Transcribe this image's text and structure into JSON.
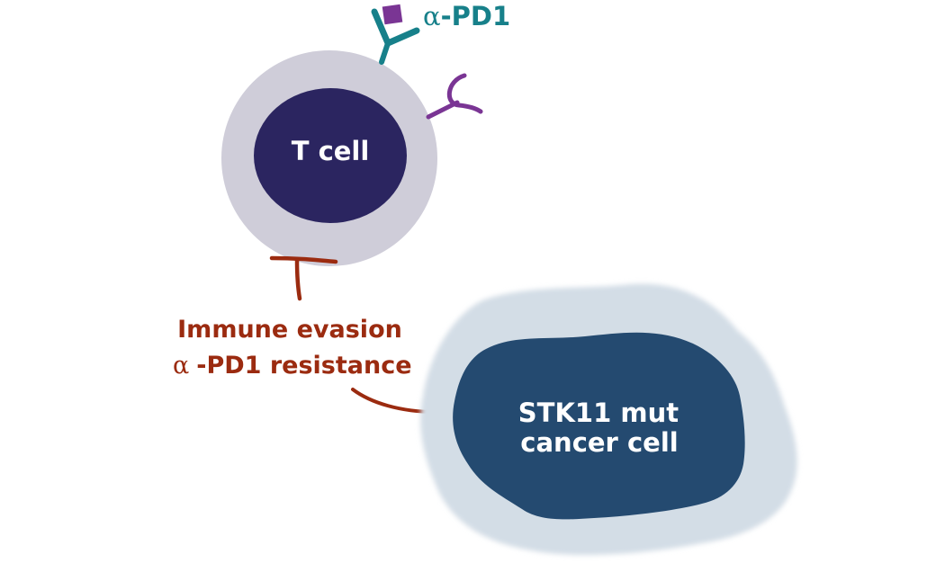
{
  "colors": {
    "background": "#ffffff",
    "t_cell_outer": "#cfcdd9",
    "t_cell_nucleus": "#2b2560",
    "antibody": "#17808a",
    "antigen": "#7a3594",
    "receptor": "#7a3594",
    "inhibition": "#9b2b10",
    "cancer_outer": "#d3dde6",
    "cancer_nucleus": "#244a70",
    "cell_label": "#ffffff"
  },
  "icons": {
    "antibody": "antibody-icon",
    "antigen": "antigen-square-icon",
    "receptor": "pd1-receptor-icon",
    "inhibition": "inhibition-t-bar-icon"
  },
  "labels": {
    "antibody_greek": "α",
    "antibody_text": "-PD1",
    "t_cell": "T cell",
    "immune_evasion": "Immune evasion",
    "resistance_greek": "α",
    "resistance_text": "-PD1 resistance",
    "cancer_line1": "STK11 mut",
    "cancer_line2": "cancer cell"
  }
}
